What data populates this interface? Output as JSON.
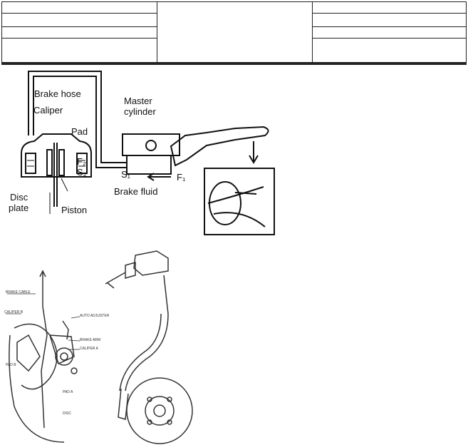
{
  "diagram_top": {
    "labels": {
      "brake_hose": "Brake hose",
      "caliper": "Caliper",
      "master_cylinder_1": "Master",
      "master_cylinder_2": "cylinder",
      "pad": "Pad",
      "f2": "F₂",
      "s2": "S₂",
      "s1": "S₁",
      "f1": "F₁",
      "brake_fluid": "Brake fluid",
      "disc_1": "Disc",
      "disc_2": "plate",
      "piston": "Piston"
    }
  },
  "diagram_bottom": {
    "labels": {
      "brake_cable": "BRAKE CABLE",
      "caliper_b": "CALIPER B",
      "brake_arm": "BRAKE ARM",
      "caliper_a": "CALIPER A",
      "pad_b": "PAD B",
      "pad_a": "PAD A",
      "disc": "DISC",
      "adjuster": "AUTO ADJUSTER"
    }
  }
}
